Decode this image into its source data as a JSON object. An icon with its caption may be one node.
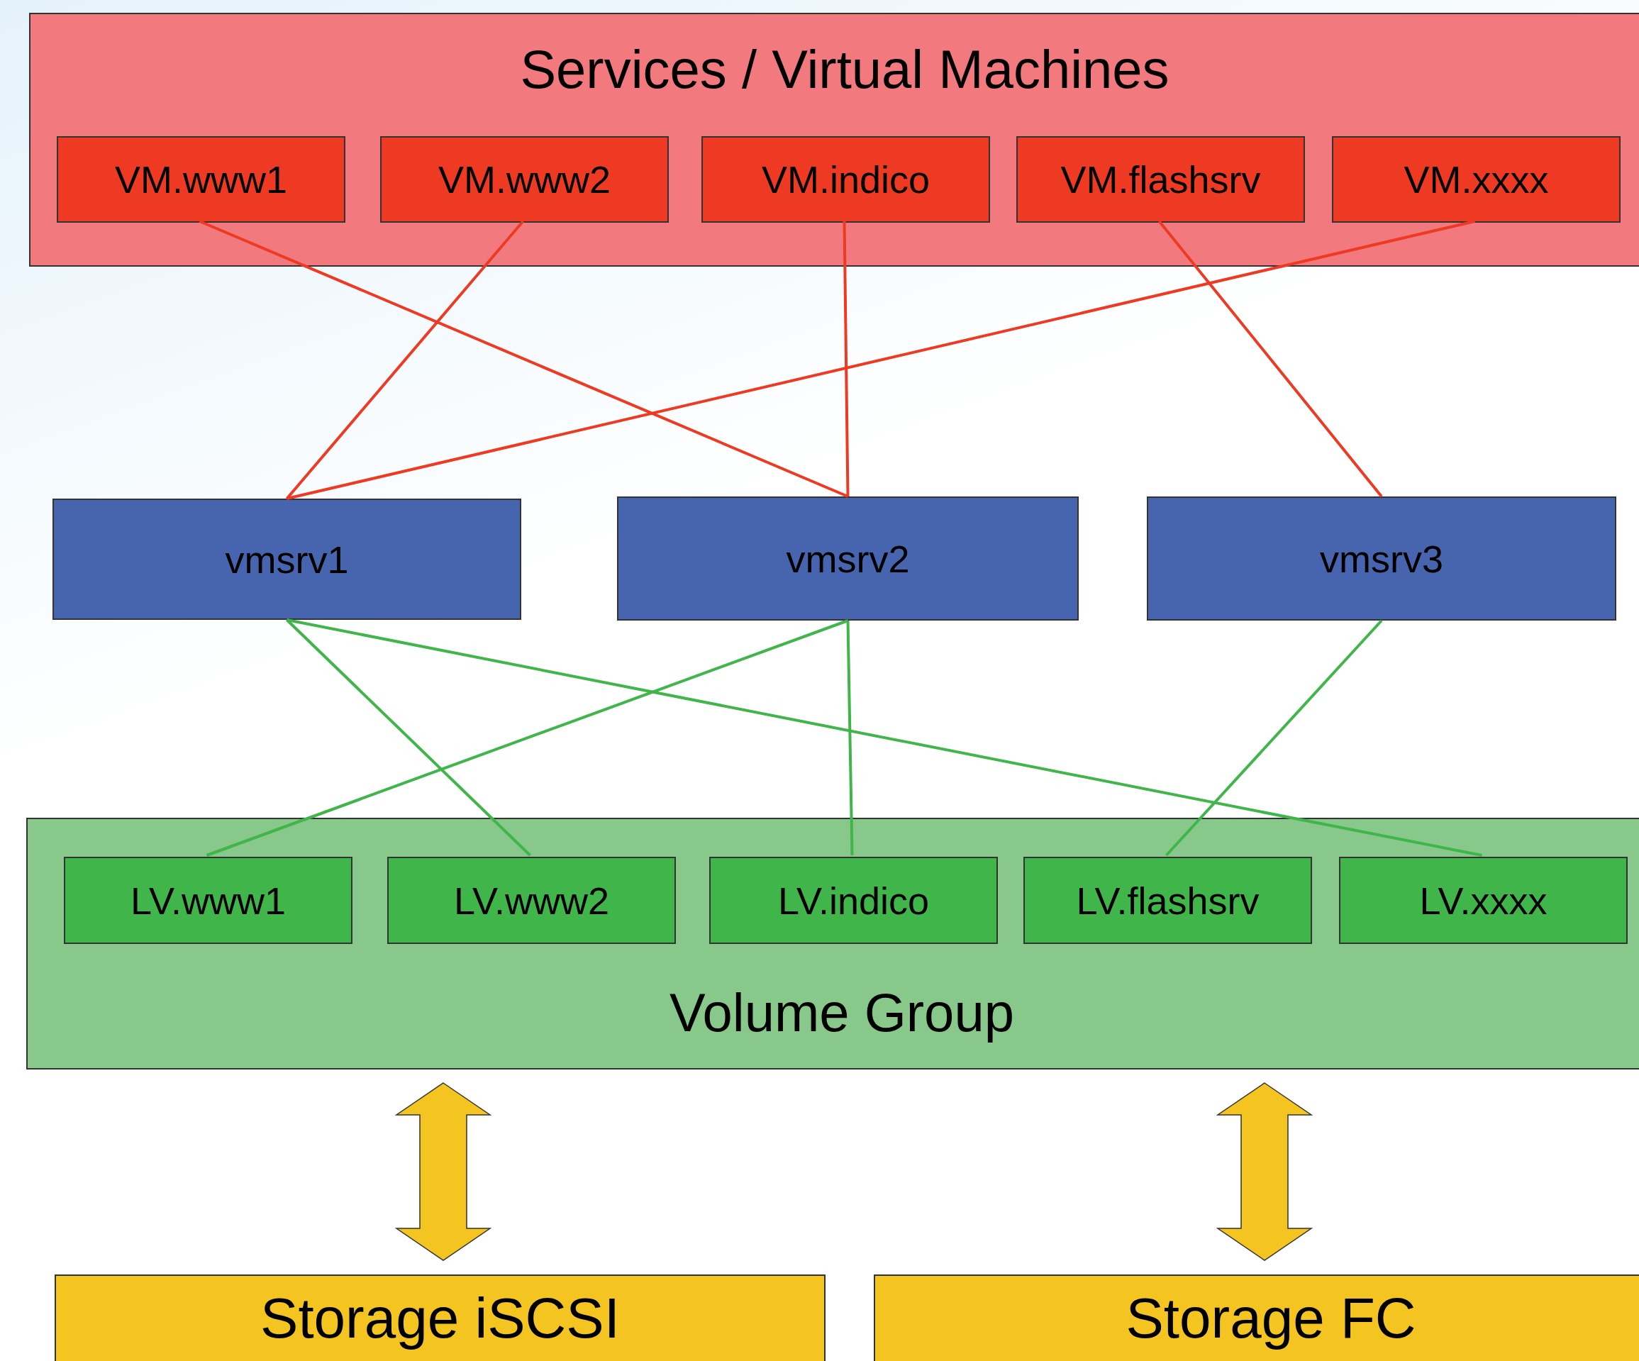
{
  "diagram": {
    "nodes": [
      {
        "text": [
          "Services / Virtual Machines"
        ]
      },
      {
        "text": [
          "VM.www1"
        ],
        "in": 0
      },
      {
        "text": [
          "VM.www2"
        ],
        "in": 0
      },
      {
        "text": [
          "VM.indico"
        ],
        "in": 0
      },
      {
        "text": [
          "VM.flashsrv"
        ],
        "in": 0
      },
      {
        "text": [
          "VM.xxxx"
        ],
        "in": 0
      },
      {
        "text": [
          "vmsrv1"
        ]
      },
      {
        "text": [
          "vmsrv2"
        ]
      },
      {
        "text": [
          "vmsrv3"
        ]
      },
      {
        "text": [
          "Volume Group"
        ]
      },
      {
        "text": [
          "LV.www1"
        ],
        "in": 9
      },
      {
        "text": [
          "LV.www2"
        ],
        "in": 9
      },
      {
        "text": [
          "LV.indico"
        ],
        "in": 9
      },
      {
        "text": [
          "LV.flashsrv"
        ],
        "in": 9
      },
      {
        "text": [
          "LV.xxxx"
        ],
        "in": 9
      },
      {
        "text": [
          "Storage iSCSI"
        ]
      },
      {
        "text": [
          "Storage FC"
        ]
      }
    ],
    "edges": [
      {
        "from": 1,
        "to": 7,
        "arrow": "none",
        "color": "#ee3a23"
      },
      {
        "from": 2,
        "to": 6,
        "arrow": "none",
        "color": "#ee3a23"
      },
      {
        "from": 3,
        "to": 7,
        "arrow": "none",
        "color": "#ee3a23"
      },
      {
        "from": 4,
        "to": 8,
        "arrow": "none",
        "color": "#ee3a23"
      },
      {
        "from": 5,
        "to": 6,
        "arrow": "none",
        "color": "#ee3a23"
      },
      {
        "from": 6,
        "to": 11,
        "arrow": "none",
        "color": "#3fb54a"
      },
      {
        "from": 6,
        "to": 14,
        "arrow": "none",
        "color": "#3fb54a"
      },
      {
        "from": 7,
        "to": 10,
        "arrow": "none",
        "color": "#3fb54a"
      },
      {
        "from": 7,
        "to": 12,
        "arrow": "none",
        "color": "#3fb54a"
      },
      {
        "from": 8,
        "to": 13,
        "arrow": "none",
        "color": "#3fb54a"
      },
      {
        "from": 9,
        "to": 15,
        "arrow": "both",
        "style": "thick",
        "color": "#f4c520"
      },
      {
        "from": 9,
        "to": 16,
        "arrow": "both",
        "style": "thick",
        "color": "#f4c520"
      }
    ]
  }
}
